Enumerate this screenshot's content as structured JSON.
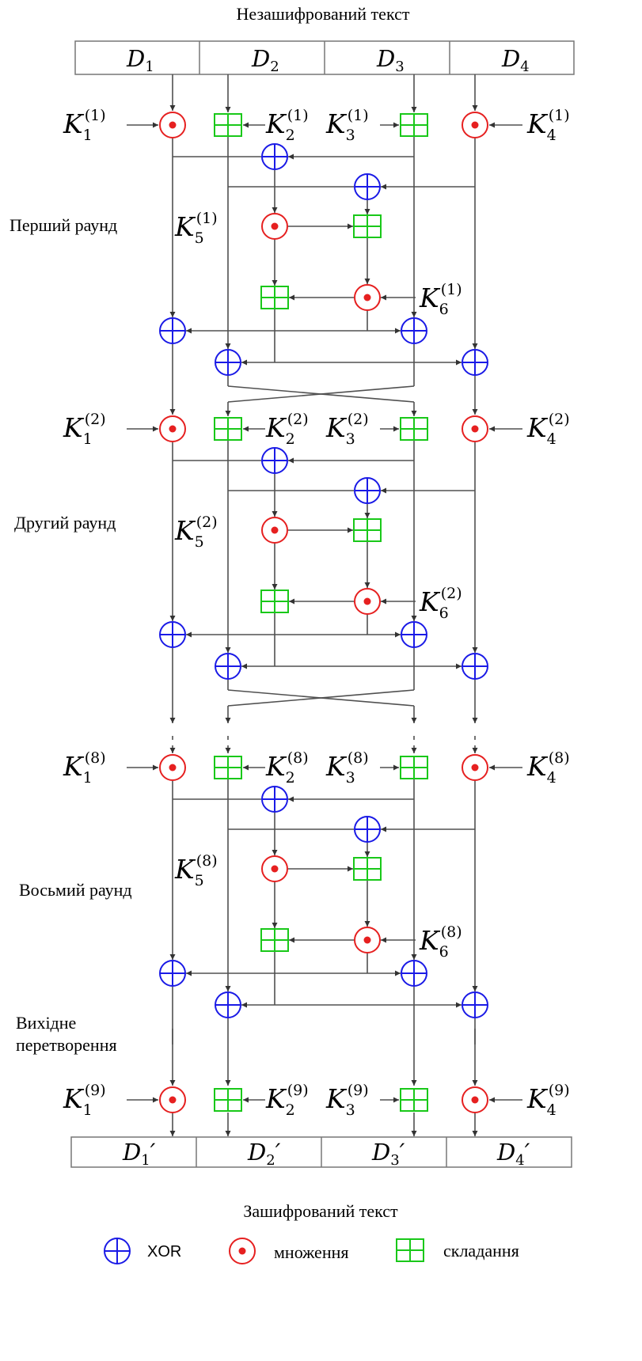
{
  "title_top": "Незашифрований текст",
  "title_bottom": "Зашифрований текст",
  "input_blocks": [
    {
      "letter": "D",
      "sub": "1"
    },
    {
      "letter": "D",
      "sub": "2"
    },
    {
      "letter": "D",
      "sub": "3"
    },
    {
      "letter": "D",
      "sub": "4"
    }
  ],
  "output_blocks": [
    {
      "letter": "D",
      "sub": "1",
      "prime": "′"
    },
    {
      "letter": "D",
      "sub": "2",
      "prime": "′"
    },
    {
      "letter": "D",
      "sub": "3",
      "prime": "′"
    },
    {
      "letter": "D",
      "sub": "4",
      "prime": "′"
    }
  ],
  "rounds": [
    {
      "label": "Перший раунд",
      "key_sup": "(1)"
    },
    {
      "label": "Другий раунд",
      "key_sup": "(2)"
    },
    {
      "label": "Восьмий раунд",
      "key_sup": "(8)"
    }
  ],
  "final": {
    "label_line1": "Вихідне",
    "label_line2": "перетворення",
    "key_sup": "(9)"
  },
  "key_letter": "K",
  "key_subs": [
    "1",
    "2",
    "3",
    "4",
    "5",
    "6"
  ],
  "legend": {
    "xor_label": "XOR",
    "mul_label": "множення",
    "add_label": "складання"
  },
  "colors": {
    "xor": "#1a1ae6",
    "mul": "#e62020",
    "add": "#19c819",
    "line": "#505050"
  }
}
